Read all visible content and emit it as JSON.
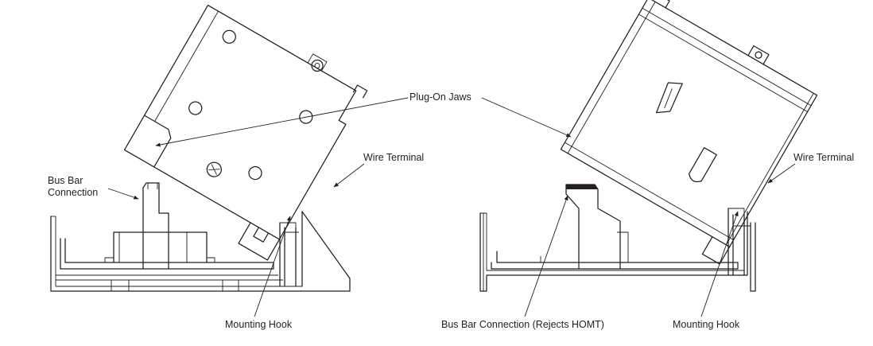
{
  "labels": {
    "plug_on_jaws": "Plug-On Jaws",
    "wire_terminal_left": "Wire Terminal",
    "wire_terminal_right": "Wire Terminal",
    "bus_bar_connection_left": "Bus Bar\nConnection",
    "mounting_hook_left": "Mounting Hook",
    "bus_bar_connection_right": "Bus Bar Connection (Rejects HOMT)",
    "mounting_hook_right": "Mounting Hook"
  },
  "colors": {
    "ink": "#231f20",
    "background": "#ffffff"
  }
}
